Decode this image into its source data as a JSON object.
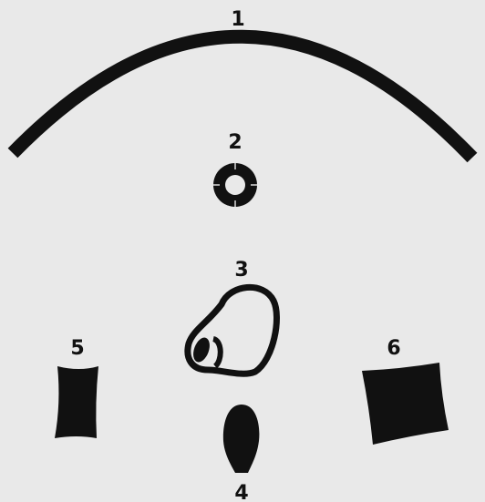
{
  "colors": {
    "background": "#e9e9e9",
    "shape": "#111111"
  },
  "labels": {
    "one": "1",
    "two": "2",
    "three": "3",
    "four": "4",
    "five": "5",
    "six": "6"
  }
}
